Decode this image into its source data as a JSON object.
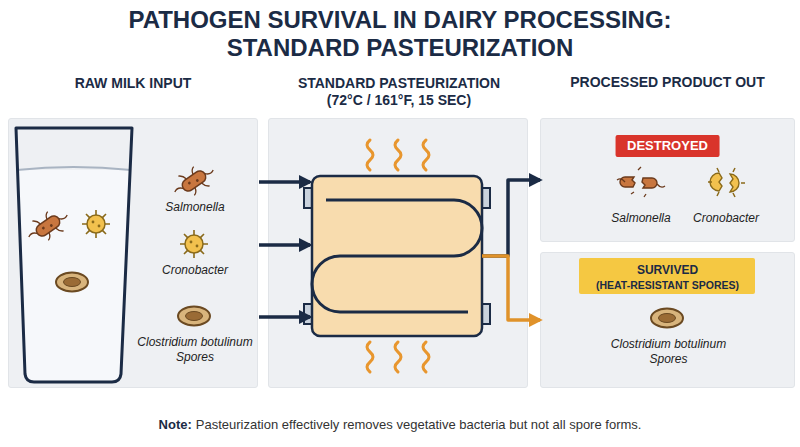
{
  "diagram": {
    "title": "PATHOGEN SURVIVAL IN DAIRY PROCESSING: STANDARD PASTEURIZATION",
    "nodes": [
      {
        "text": [
          "RAW MILK INPUT"
        ]
      },
      {
        "text": [
          "Salmonella"
        ],
        "in": 0
      },
      {
        "text": [
          "Cronobacter"
        ],
        "in": 0
      },
      {
        "text": [
          "Clostridium botulinum Spores"
        ],
        "in": 0
      },
      {
        "text": [
          "STANDARD PASTEURIZATION (72°C / 161°F, 15 SEC)"
        ]
      },
      {
        "text": [
          "DESTROYED",
          "Salmonella",
          "Cronobacter"
        ]
      },
      {
        "text": [
          "SURVIVED",
          "(HEAT-RESISTANT SPORES)",
          "Clostridium botulinum Spores"
        ]
      }
    ],
    "edges": [
      {
        "from": 1,
        "to": 4,
        "arrow": "to"
      },
      {
        "from": 2,
        "to": 4,
        "arrow": "to"
      },
      {
        "from": 3,
        "to": 4,
        "arrow": "to"
      },
      {
        "from": 4,
        "to": 5,
        "arrow": "to"
      },
      {
        "from": 4,
        "to": 6,
        "arrow": "to"
      }
    ],
    "labels": [
      "PROCESSED PRODUCT OUT",
      "Note:",
      "Pasteurization effectively removes vegetative bacteria but not all spore forms."
    ]
  }
}
